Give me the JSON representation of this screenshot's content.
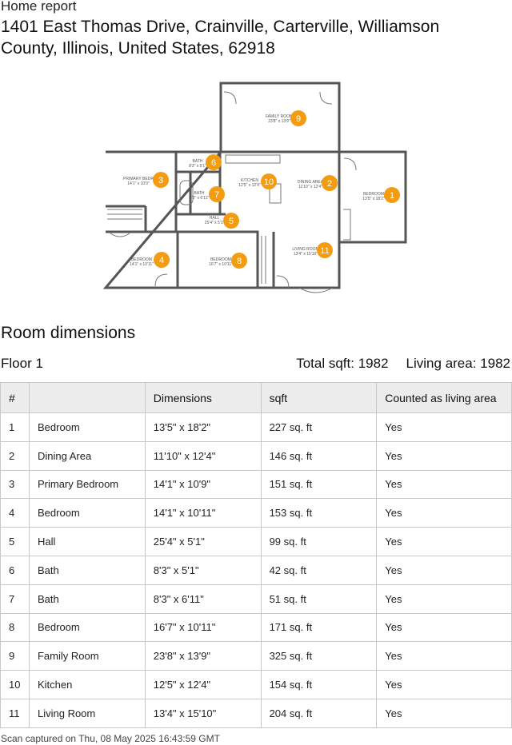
{
  "header": {
    "label": "Home report",
    "address": "1401 East Thomas Drive, Crainville, Carterville, Williamson County, Illinois, United States, 62918"
  },
  "floorplan": {
    "rooms": [
      {
        "num": "1",
        "label": "BEDROOM",
        "dims": "13'5\" x 18'2\""
      },
      {
        "num": "2",
        "label": "DINING AREA",
        "dims": "11'10\" x 12'4\""
      },
      {
        "num": "3",
        "label": "PRIMARY BEDR",
        "dims": "14'1\" x 10'9\""
      },
      {
        "num": "4",
        "label": "BEDROOM",
        "dims": "14'1\" x 10'11\""
      },
      {
        "num": "5",
        "label": "HALL",
        "dims": "25'4\" x 5'1\""
      },
      {
        "num": "6",
        "label": "BATH",
        "dims": "8'3\" x 5'1\""
      },
      {
        "num": "7",
        "label": "BATH",
        "dims": "8'3\" x 6'11\""
      },
      {
        "num": "8",
        "label": "BEDROOM",
        "dims": "16'7\" x 10'11\""
      },
      {
        "num": "9",
        "label": "FAMILY ROOM",
        "dims": "23'8\" x 13'9\""
      },
      {
        "num": "10",
        "label": "KITCHEN",
        "dims": "12'5\" x 12'4\""
      },
      {
        "num": "11",
        "label": "LIVING ROOM",
        "dims": "13'4\" x 15'10\""
      }
    ],
    "marker_color": "#f39c12",
    "wall_color": "#555555"
  },
  "section": {
    "title": "Room dimensions",
    "floor": "Floor 1",
    "total_sqft_label": "Total sqft:",
    "total_sqft": "1982",
    "living_area_label": "Living area:",
    "living_area": "1982"
  },
  "table": {
    "headers": [
      "#",
      "",
      "Dimensions",
      "sqft",
      "Counted as living area"
    ],
    "rows": [
      [
        "1",
        "Bedroom",
        "13'5\" x 18'2\"",
        "227 sq. ft",
        "Yes"
      ],
      [
        "2",
        "Dining Area",
        "11'10\" x 12'4\"",
        "146 sq. ft",
        "Yes"
      ],
      [
        "3",
        "Primary Bedroom",
        "14'1\" x 10'9\"",
        "151 sq. ft",
        "Yes"
      ],
      [
        "4",
        "Bedroom",
        "14'1\" x 10'11\"",
        "153 sq. ft",
        "Yes"
      ],
      [
        "5",
        "Hall",
        "25'4\" x 5'1\"",
        "99 sq. ft",
        "Yes"
      ],
      [
        "6",
        "Bath",
        "8'3\" x 5'1\"",
        "42 sq. ft",
        "Yes"
      ],
      [
        "7",
        "Bath",
        "8'3\" x 6'11\"",
        "51 sq. ft",
        "Yes"
      ],
      [
        "8",
        "Bedroom",
        "16'7\" x 10'11\"",
        "171 sq. ft",
        "Yes"
      ],
      [
        "9",
        "Family Room",
        "23'8\" x 13'9\"",
        "325 sq. ft",
        "Yes"
      ],
      [
        "10",
        "Kitchen",
        "12'5\" x 12'4\"",
        "154 sq. ft",
        "Yes"
      ],
      [
        "11",
        "Living Room",
        "13'4\" x 15'10\"",
        "204 sq. ft",
        "Yes"
      ]
    ]
  },
  "footer": {
    "captured": "Scan captured on Thu, 08 May 2025 16:43:59 GMT"
  }
}
